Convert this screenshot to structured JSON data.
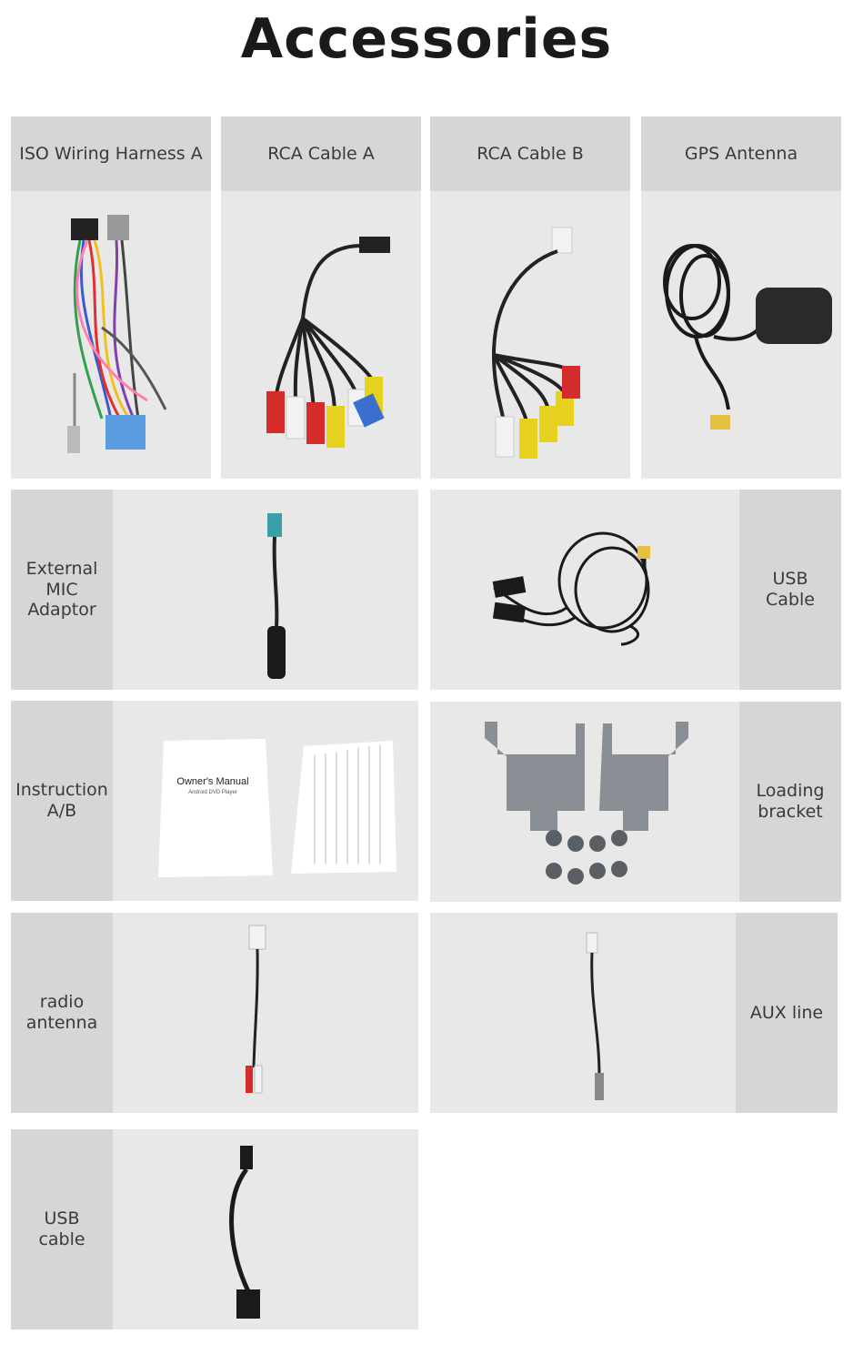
{
  "page_title": "Accessories",
  "items": [
    {
      "label": "ISO Wiring Harness A"
    },
    {
      "label": "RCA Cable A"
    },
    {
      "label": "RCA Cable B"
    },
    {
      "label": "GPS Antenna"
    },
    {
      "label": "External\nMIC\nAdaptor"
    },
    {
      "label": "USB\nCable"
    },
    {
      "label": "Instruction\nA/B"
    },
    {
      "label": "Loading\nbracket"
    },
    {
      "label": "radio\nantenna"
    },
    {
      "label": "AUX line"
    },
    {
      "label": "USB\ncable"
    }
  ],
  "manual": {
    "title": "Owner's Manual",
    "subtitle": "Android DVD Player"
  },
  "colors": {
    "panel": "#e8e8e8",
    "label_bg": "#d6d6d6",
    "rca_red": "#d42b2b",
    "rca_yellow": "#e6d21e",
    "rca_white": "#f2f2f2",
    "rca_blue": "#3a6fd0",
    "bracket": "#8a8f96"
  }
}
